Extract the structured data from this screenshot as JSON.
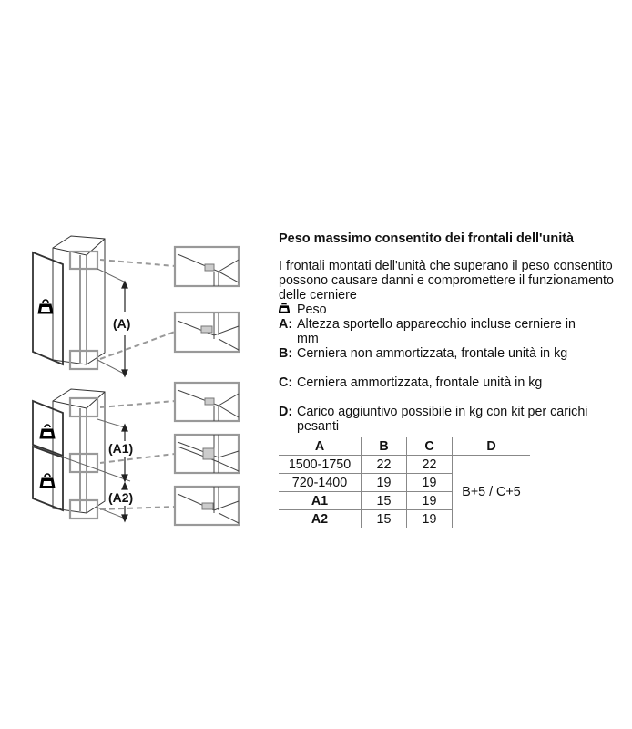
{
  "diagram": {
    "labels": {
      "a": "(A)",
      "a1": "(A1)",
      "a2": "(A2)"
    },
    "weight_icon": "weight-icon"
  },
  "text": {
    "title": "Peso massimo consentito dei frontali dell'unità",
    "intro": "I frontali montati dell'unità che superano il peso consentito possono causare danni e compromettere il funzionamento delle cerniere",
    "legend": [
      {
        "key": "",
        "icon": "weight-icon",
        "text": "Peso"
      },
      {
        "key": "A:",
        "text": "Altezza sportello apparecchio incluse cerniere in",
        "cont": "mm"
      },
      {
        "key": "B:",
        "text": "Cerniera non ammortizzata, frontale unità in kg"
      },
      {
        "key": "C:",
        "text": "Cerniera ammortizzata, frontale unità in kg"
      },
      {
        "key": "D:",
        "text": "Carico aggiuntivo possibile in kg con kit per carichi",
        "cont": "pesanti"
      }
    ]
  },
  "table": {
    "headers": [
      "A",
      "B",
      "C",
      "D"
    ],
    "rows": [
      [
        "1500-1750",
        "22",
        "22"
      ],
      [
        "720-1400",
        "19",
        "19"
      ],
      [
        "A1",
        "15",
        "19"
      ],
      [
        "A2",
        "15",
        "19"
      ]
    ],
    "d_value": "B+5 / C+5"
  }
}
